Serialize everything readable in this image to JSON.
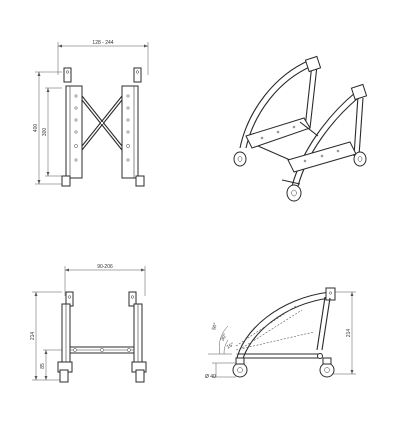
{
  "views": {
    "top_front": {
      "width_range": "128 - 244",
      "height_outer": "400",
      "height_inner": "300"
    },
    "bottom_front": {
      "width_range": "90-206",
      "height_outer": "214",
      "height_lower": "85"
    },
    "bottom_side": {
      "angle_1": "50°",
      "angle_2": "30°",
      "angle_3": "15°",
      "wheel_diameter": "Ø 40",
      "height": "214"
    }
  }
}
